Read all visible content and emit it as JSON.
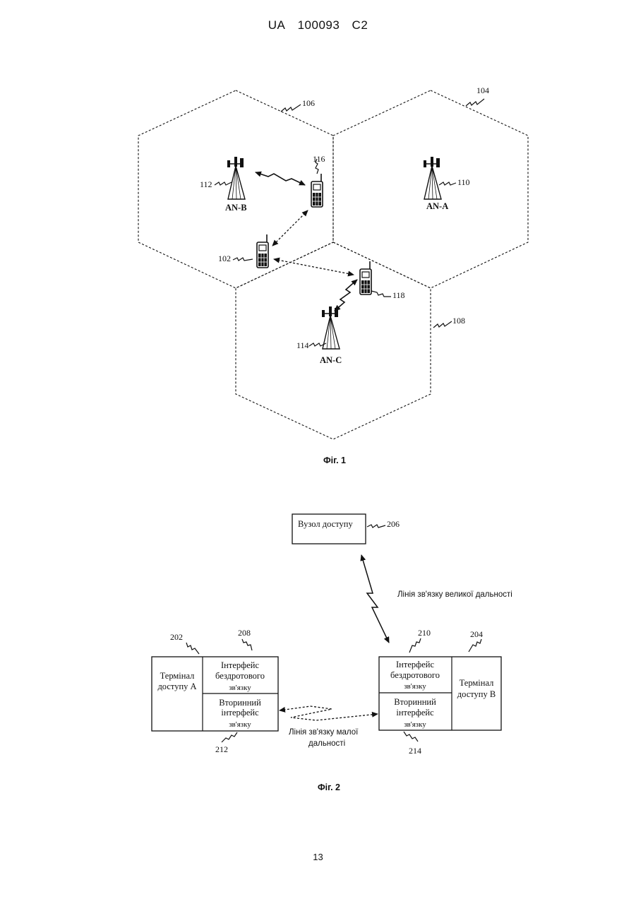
{
  "header": {
    "country": "UA",
    "number": "100093",
    "kind": "C2"
  },
  "fig1": {
    "caption": "Фіг. 1",
    "cell_labels": [
      "106",
      "104",
      "108"
    ],
    "access_nodes": [
      {
        "name": "AN-B",
        "ref": "112"
      },
      {
        "name": "AN-A",
        "ref": "110"
      },
      {
        "name": "AN-C",
        "ref": "114"
      }
    ],
    "terminals": [
      {
        "ref": "116"
      },
      {
        "ref": "102"
      },
      {
        "ref": "118"
      }
    ]
  },
  "fig2": {
    "caption": "Фіг. 2",
    "access_node": {
      "label": "Вузол доступу",
      "ref": "206"
    },
    "long_link_label": "Лінія зв'язку великої дальності",
    "short_link_label_line1": "Лінія зв'язку малої",
    "short_link_label_line2": "дальності",
    "terminal_a": {
      "ref": "202",
      "label_line1": "Термінал",
      "label_line2": "доступу А",
      "wireless_ref": "208",
      "wireless_line1": "Інтерфейс",
      "wireless_line2": "бездротового",
      "wireless_line3": "зв'язку",
      "secondary_ref": "212",
      "secondary_line1": "Вторинний",
      "secondary_line2": "інтерфейс",
      "secondary_line3": "зв'язку"
    },
    "terminal_b": {
      "ref": "204",
      "label_line1": "Термінал",
      "label_line2": "доступу В",
      "wireless_ref": "210",
      "wireless_line1": "Інтерфейс",
      "wireless_line2": "бездротового",
      "wireless_line3": "зв'язку",
      "secondary_ref": "214",
      "secondary_line1": "Вторинний",
      "secondary_line2": "інтерфейс",
      "secondary_line3": "зв'язку"
    }
  },
  "page_number": "13"
}
